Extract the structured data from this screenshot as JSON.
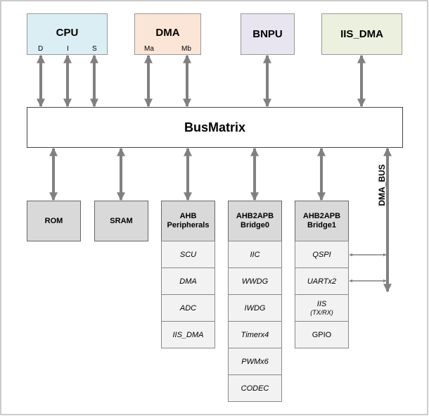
{
  "masters": {
    "cpu": {
      "title": "CPU",
      "ports": [
        "D",
        "I",
        "S"
      ],
      "fill": "#dbeef4"
    },
    "dma": {
      "title": "DMA",
      "ports": [
        "Ma",
        "Mb"
      ],
      "fill": "#fbe5d6"
    },
    "bnpu": {
      "title": "BNPU",
      "fill": "#e8e4f0"
    },
    "iis_dma": {
      "title": "IIS_DMA",
      "fill": "#ebf1de"
    }
  },
  "busmatrix": {
    "title": "BusMatrix"
  },
  "dma_bus": {
    "label": "DMA_BUS"
  },
  "slaves": {
    "rom": {
      "title": "ROM"
    },
    "sram": {
      "title": "SRAM"
    },
    "ahb_peripherals": {
      "title_line1": "AHB",
      "title_line2": "Peripherals",
      "items": [
        "SCU",
        "DMA",
        "ADC",
        "IIS_DMA"
      ]
    },
    "bridge0": {
      "title_line1": "AHB2APB",
      "title_line2": "Bridge0",
      "items": [
        "IIC",
        "WWDG",
        "IWDG",
        "Timerx4",
        "PWMx6",
        "CODEC"
      ]
    },
    "bridge1": {
      "title_line1": "AHB2APB",
      "title_line2": "Bridge1",
      "items": [
        "QSPI",
        "UARTx2",
        "IIS",
        "(TX/RX)",
        "GPIO"
      ]
    }
  },
  "colors": {
    "arrow": "#808080",
    "border": "#666666",
    "slave_header": "#d9d9d9",
    "slave_cell": "#f2f2f2"
  }
}
